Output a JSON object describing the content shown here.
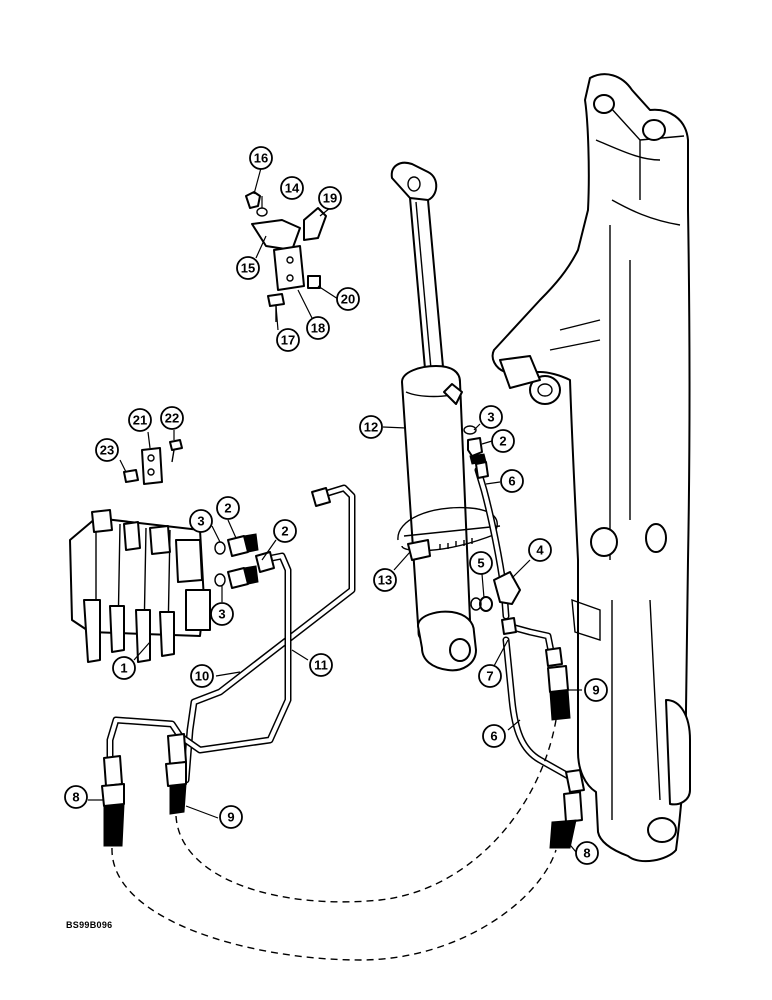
{
  "figure_code": "BS99B096",
  "callouts": [
    {
      "id": "c16",
      "label": "16"
    },
    {
      "id": "c14",
      "label": "14"
    },
    {
      "id": "c19",
      "label": "19"
    },
    {
      "id": "c15",
      "label": "15"
    },
    {
      "id": "c20",
      "label": "20"
    },
    {
      "id": "c17",
      "label": "17"
    },
    {
      "id": "c18",
      "label": "18"
    },
    {
      "id": "c12",
      "label": "12"
    },
    {
      "id": "c3a",
      "label": "3"
    },
    {
      "id": "c2a",
      "label": "2"
    },
    {
      "id": "c6a",
      "label": "6"
    },
    {
      "id": "c21",
      "label": "21"
    },
    {
      "id": "c22",
      "label": "22"
    },
    {
      "id": "c23",
      "label": "23"
    },
    {
      "id": "c2b",
      "label": "2"
    },
    {
      "id": "c3b",
      "label": "3"
    },
    {
      "id": "c2c",
      "label": "2"
    },
    {
      "id": "c3c",
      "label": "3"
    },
    {
      "id": "c13",
      "label": "13"
    },
    {
      "id": "c5",
      "label": "5"
    },
    {
      "id": "c4",
      "label": "4"
    },
    {
      "id": "c1",
      "label": "1"
    },
    {
      "id": "c10",
      "label": "10"
    },
    {
      "id": "c11",
      "label": "11"
    },
    {
      "id": "c7",
      "label": "7"
    },
    {
      "id": "c9a",
      "label": "9"
    },
    {
      "id": "c6b",
      "label": "6"
    },
    {
      "id": "c8a",
      "label": "8"
    },
    {
      "id": "c9b",
      "label": "9"
    },
    {
      "id": "c8b",
      "label": "8"
    }
  ]
}
